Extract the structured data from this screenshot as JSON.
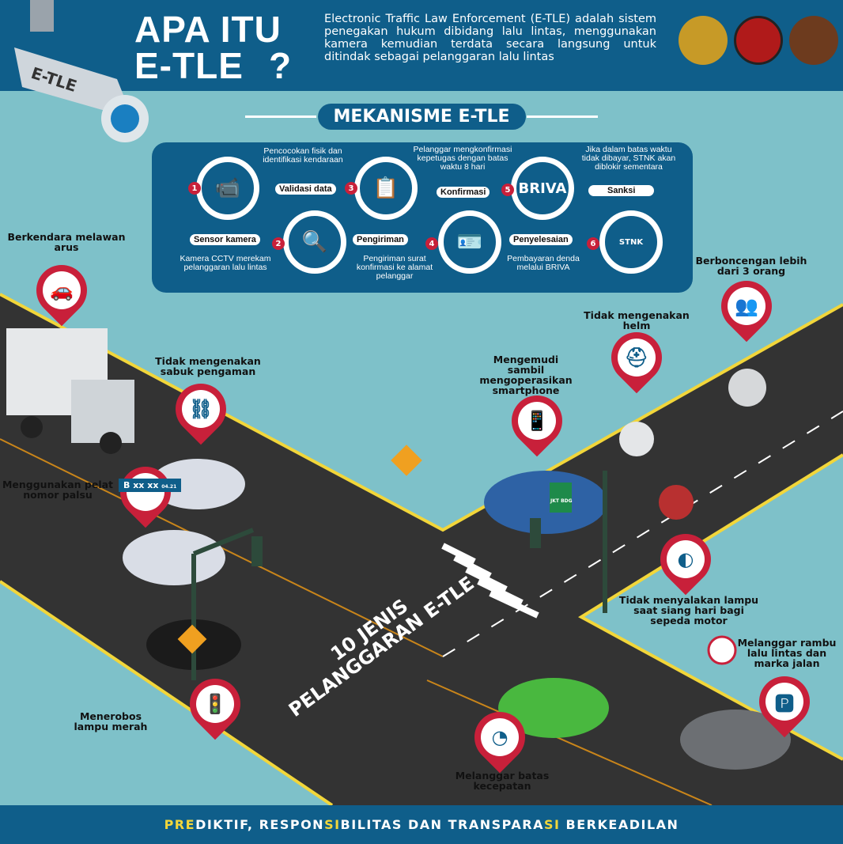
{
  "header": {
    "title_line1": "APA ITU",
    "title_line2": "E-TLE",
    "title_q": "?",
    "description": "Electronic Traffic Law Enforcement (E-TLE) adalah sistem penegakan hukum dibidang lalu lintas, menggunakan kamera kemudian terdata secara langsung untuk ditindak sebagai pelanggaran lalu lintas",
    "camera_label": "E-TLE"
  },
  "mechanism": {
    "title": "MEKANISME E-TLE",
    "steps": [
      {
        "num": "1",
        "label": "Sensor kamera",
        "text": "Kamera CCTV merekam pelanggaran lalu lintas"
      },
      {
        "num": "2",
        "label": "Validasi data",
        "text": "Pencocokan fisik dan identifikasi kendaraan"
      },
      {
        "num": "3",
        "label": "Pengiriman",
        "text": "Pengiriman surat konfirmasi ke alamat pelanggar"
      },
      {
        "num": "4",
        "label": "Konfirmasi",
        "text": "Pelanggar mengkonfirmasi kepetugas dengan batas waktu 8 hari"
      },
      {
        "num": "5",
        "label": "Penyelesaian",
        "text": "Pembayaran denda melalui BRIVA",
        "icon_text": "BRIVA"
      },
      {
        "num": "6",
        "label": "Sanksi",
        "text": "Jika dalam batas waktu tidak dibayar, STNK akan diblokir sementara",
        "icon_text": "STNK"
      }
    ]
  },
  "road_title": "10 JENIS PELANGGARAN E-TLE",
  "plate": {
    "text": "B xx xx",
    "sub": "04.21"
  },
  "truck_sign": "JKT BDG",
  "violations": [
    "Berkendara melawan arus",
    "Tidak mengenakan sabuk pengaman",
    "Menggunakan pelat nomor palsu",
    "Menerobos lampu merah",
    "Melanggar batas kecepatan",
    "Mengemudi sambil mengoperasikan smartphone",
    "Tidak mengenakan helm",
    "Berboncengan lebih dari 3 orang",
    "Tidak menyalakan lampu saat siang hari bagi sepeda motor",
    "Melanggar rambu lalu lintas dan marka jalan"
  ],
  "footer": {
    "p1a": "PRE",
    "p1b": "DIKTIF, RESPON",
    "p2a": "SI",
    "p2b": "BILITAS DAN TRANSPARA",
    "p3a": "SI",
    "p3b": " BERKEADILAN"
  },
  "colors": {
    "navy": "#0f5e8a",
    "teal": "#7ec1c9",
    "road": "#333333",
    "red": "#c8203a",
    "yellow": "#f2d63a"
  }
}
